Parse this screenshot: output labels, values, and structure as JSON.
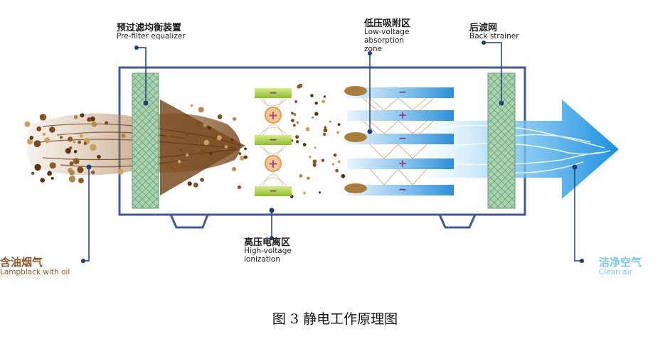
{
  "labels": {
    "prefilter_cn": "预过滤均衡装置",
    "prefilter_en": "Pre-filter equalizer",
    "lowvoltage_cn": "低压吸附区",
    "lowvoltage_en1": "Low-voltage",
    "lowvoltage_en2": "absorption",
    "lowvoltage_en3": "zone",
    "back_cn": "后滤网",
    "back_en": "Back strainer",
    "highvoltage_cn": "高压电离区",
    "highvoltage_en1": "High-voltage",
    "highvoltage_en2": "ionization",
    "smoke_cn": "含油烟气",
    "smoke_en": "Lampblack with oil",
    "clean_cn": "洁净空气",
    "clean_en": "Clean air"
  },
  "signs": {
    "plus": "+",
    "minus": "−"
  },
  "caption": "图 3 静电工作原理图",
  "colors": {
    "frame": "#3f5a96",
    "filter": "#9cc8a6",
    "smoke": "#9a6a3a",
    "particle": "#7a4a1c",
    "clean_air": "#3aa6e6",
    "leader": "#1f3f7a",
    "clean_label": "#7cc7ee",
    "smoke_label": "#8b5a2b"
  }
}
